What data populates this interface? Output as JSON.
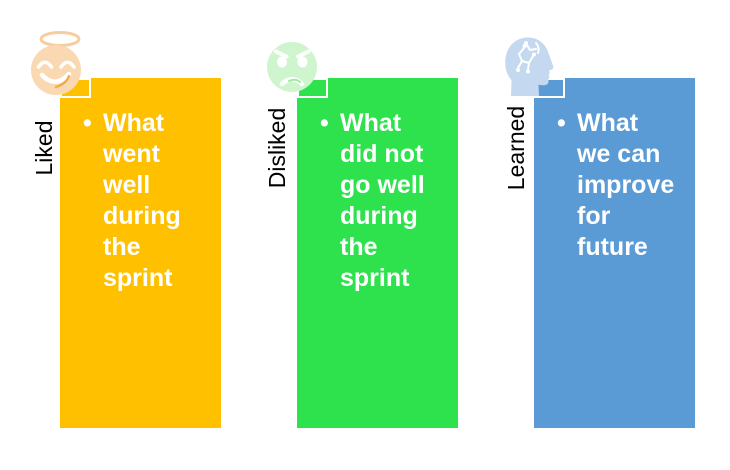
{
  "bullet": "•",
  "colors": {
    "background": "#ffffff",
    "body_text": "#ffffff",
    "label_text": "#000000"
  },
  "columns": [
    {
      "label": "Liked",
      "icon": "angel-smiley-icon",
      "panel_color": "#FFC000",
      "icon_fill": "#FAD8B2",
      "icon_accent": "#F0A93A",
      "text": "What\nwent\nwell\nduring\nthe\nsprint"
    },
    {
      "label": "Disliked",
      "icon": "angry-face-icon",
      "panel_color": "#2EE24E",
      "icon_fill": "#CFF5CF",
      "icon_accent": "#9FE8A5",
      "text": "What\ndid not\ngo well\nduring\nthe\nsprint"
    },
    {
      "label": "Learned",
      "icon": "head-circuit-icon",
      "panel_color": "#5B9BD5",
      "icon_fill": "#C4D8F0",
      "icon_accent": "#ffffff",
      "text": "What\nwe can\nimprove\nfor\nfuture"
    }
  ]
}
